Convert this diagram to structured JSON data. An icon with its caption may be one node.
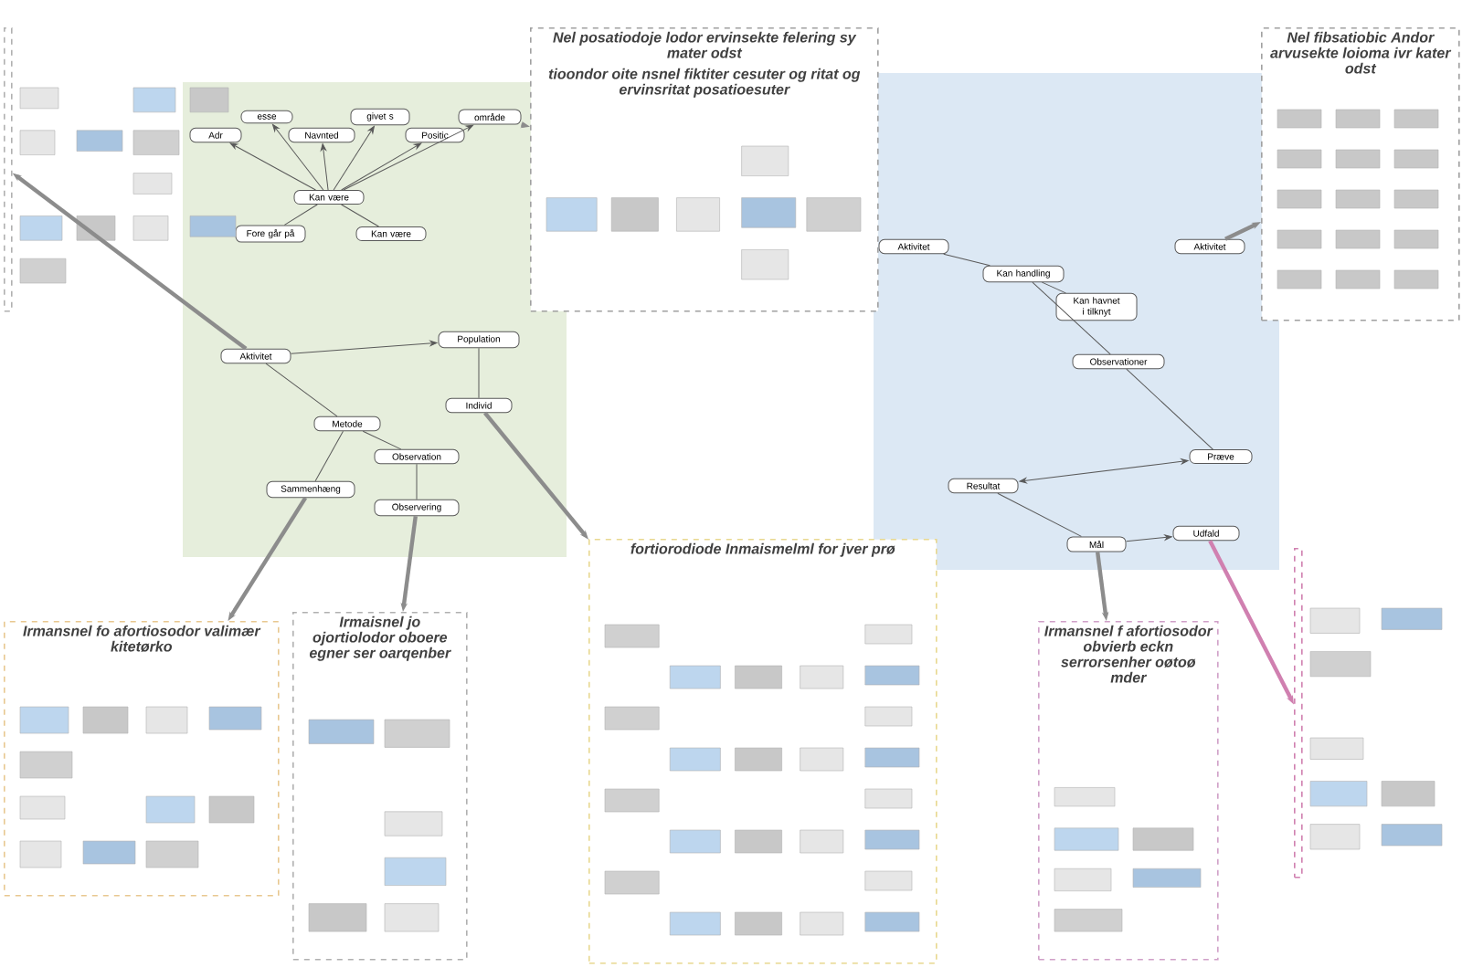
{
  "diagram": {
    "nodes": [
      {
        "text": [
          "Adr"
        ]
      },
      {
        "text": [
          "esse"
        ]
      },
      {
        "text": [
          "Navnted"
        ]
      },
      {
        "text": [
          "givet s"
        ]
      },
      {
        "text": [
          "Positic"
        ]
      },
      {
        "text": [
          "område"
        ]
      },
      {
        "text": [
          "Kan være"
        ]
      },
      {
        "text": [
          "Fore går på"
        ]
      },
      {
        "text": [
          "Kan være"
        ]
      },
      {
        "text": [
          "Aktivitet"
        ]
      },
      {
        "text": [
          "Population"
        ]
      },
      {
        "text": [
          "Individ"
        ]
      },
      {
        "text": [
          "Metode"
        ]
      },
      {
        "text": [
          "Observation"
        ]
      },
      {
        "text": [
          "Sammenhæng"
        ]
      },
      {
        "text": [
          "Observering"
        ]
      },
      {
        "text": [
          "Aktivitet"
        ]
      },
      {
        "text": [
          "Kan handling"
        ]
      },
      {
        "text": [
          "Kan havnet i tilknyt"
        ]
      },
      {
        "text": [
          "Aktivitet"
        ]
      },
      {
        "text": [
          "Observationer"
        ]
      },
      {
        "text": [
          "Præve"
        ]
      },
      {
        "text": [
          "Resultat"
        ]
      },
      {
        "text": [
          "Mål"
        ]
      },
      {
        "text": [
          "Udfald"
        ]
      },
      {
        "text": [],
        "shape": "box"
      },
      {
        "text": [
          "Nel posatiodoje lodor ervinsekte felering sy mater odst",
          "tioondor oite nsnel fiktiter cesuter og ritat og ervinsritat posatioesuter"
        ]
      },
      {
        "text": [
          "Nel fibsatiobic Andor arvusekte loioma ivr kater odst"
        ]
      },
      {
        "text": [
          "Irmansnel fo afortiosodor valimær kitetørko"
        ]
      },
      {
        "text": [
          "Irmaisnel jo ojortiolodor oboere egner ser oarqenber"
        ]
      },
      {
        "text": [
          "fortiorodiode Inmaismelml for jver prø"
        ]
      },
      {
        "text": [
          "Irmansnel f afortiosodor obvierb eckn serrorsenher oøtoø mder"
        ]
      },
      {
        "text": [],
        "shape": "box"
      }
    ],
    "edges": [
      {
        "from": 6,
        "to": 0,
        "arrow": "to"
      },
      {
        "from": 6,
        "to": 1,
        "arrow": "to"
      },
      {
        "from": 6,
        "to": 2,
        "arrow": "to"
      },
      {
        "from": 6,
        "to": 3,
        "arrow": "to"
      },
      {
        "from": 6,
        "to": 4,
        "arrow": "to"
      },
      {
        "from": 6,
        "to": 5,
        "arrow": "to"
      },
      {
        "from": 6,
        "to": 7,
        "arrow": "none"
      },
      {
        "from": 6,
        "to": 8,
        "arrow": "none"
      },
      {
        "from": 9,
        "to": 12,
        "arrow": "none"
      },
      {
        "from": 9,
        "to": 10,
        "arrow": "to"
      },
      {
        "from": 10,
        "to": 11,
        "arrow": "none"
      },
      {
        "from": 12,
        "to": 13,
        "arrow": "none"
      },
      {
        "from": 12,
        "to": 14,
        "arrow": "none"
      },
      {
        "from": 13,
        "to": 15,
        "arrow": "none"
      },
      {
        "from": 16,
        "to": 17,
        "arrow": "none"
      },
      {
        "from": 17,
        "to": 18,
        "arrow": "none"
      },
      {
        "from": 17,
        "to": 20,
        "arrow": "none"
      },
      {
        "from": 20,
        "to": 21,
        "arrow": "none"
      },
      {
        "from": 22,
        "to": 21,
        "arrow": "both"
      },
      {
        "from": 22,
        "to": 23,
        "arrow": "none"
      },
      {
        "from": 23,
        "to": 24,
        "arrow": "to"
      },
      {
        "from": 9,
        "to": 25,
        "arrow": "to",
        "style": "thick",
        "color": "#8c8c8c"
      },
      {
        "from": 5,
        "to": 26,
        "arrow": "to",
        "style": "thick",
        "color": "#8c8c8c"
      },
      {
        "from": 19,
        "to": 27,
        "arrow": "to",
        "style": "thick",
        "color": "#8c8c8c"
      },
      {
        "from": 14,
        "to": 28,
        "arrow": "to",
        "style": "thick",
        "color": "#8c8c8c"
      },
      {
        "from": 15,
        "to": 29,
        "arrow": "to",
        "style": "thick",
        "color": "#8c8c8c"
      },
      {
        "from": 11,
        "to": 30,
        "arrow": "to",
        "style": "thick",
        "color": "#8c8c8c"
      },
      {
        "from": 23,
        "to": 31,
        "arrow": "to",
        "style": "thick",
        "color": "#8c8c8c"
      },
      {
        "from": 24,
        "to": 32,
        "arrow": "to",
        "style": "thick",
        "color": "#d080b0"
      }
    ]
  }
}
